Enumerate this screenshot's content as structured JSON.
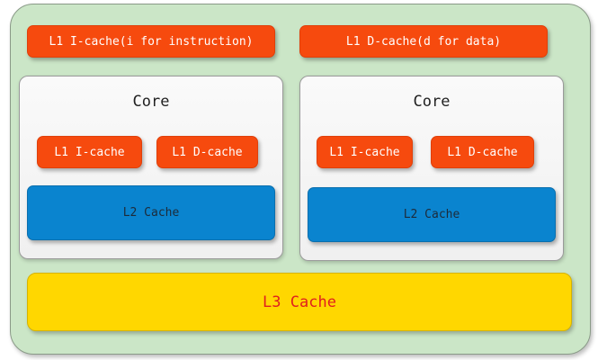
{
  "top": {
    "l1_icache": "L1 I-cache(i for instruction)",
    "l1_dcache": "L1 D-cache(d for data)"
  },
  "cores": [
    {
      "title": "Core",
      "l1_icache": "L1 I-cache",
      "l1_dcache": "L1 D-cache",
      "l2": "L2 Cache"
    },
    {
      "title": "Core",
      "l1_icache": "L1 I-cache",
      "l1_dcache": "L1 D-cache",
      "l2": "L2 Cache"
    }
  ],
  "l3": "L3 Cache",
  "colors": {
    "l1": "#f64a0e",
    "l2": "#0a84cf",
    "l3": "#ffd700",
    "l3_text": "#e0201e",
    "background": "#cbe6c7"
  }
}
